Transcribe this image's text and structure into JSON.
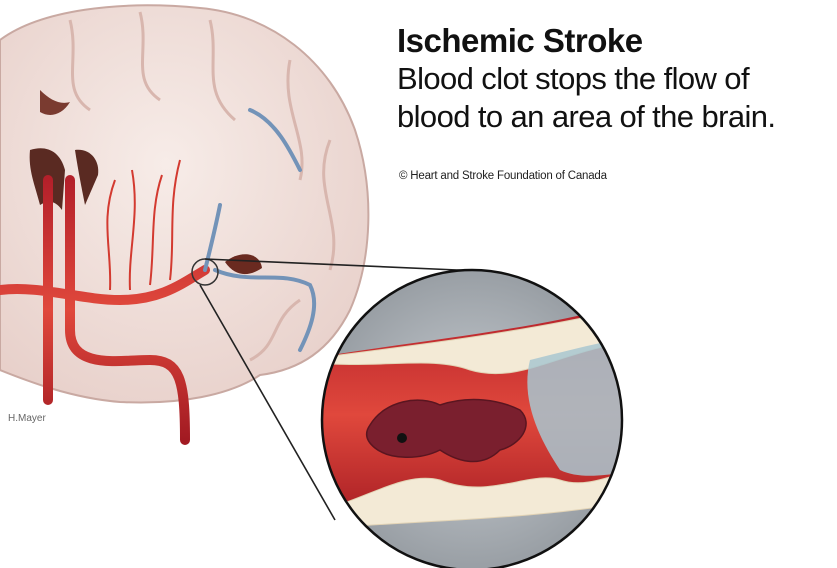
{
  "title": "Ischemic Stroke",
  "subtitle_lines": [
    "Blood clot stops the flow of",
    "blood to an area of the brain."
  ],
  "copyright": "© Heart and Stroke Foundation of Canada",
  "artist_signature": "H.Mayer",
  "colors": {
    "text": "#111111",
    "brain_tissue": "#f4e4df",
    "artery_red": "#d9312b",
    "vein_blue": "#6e8fb5",
    "clot": "#7a1f2e",
    "plaque": "#f3ead6"
  }
}
